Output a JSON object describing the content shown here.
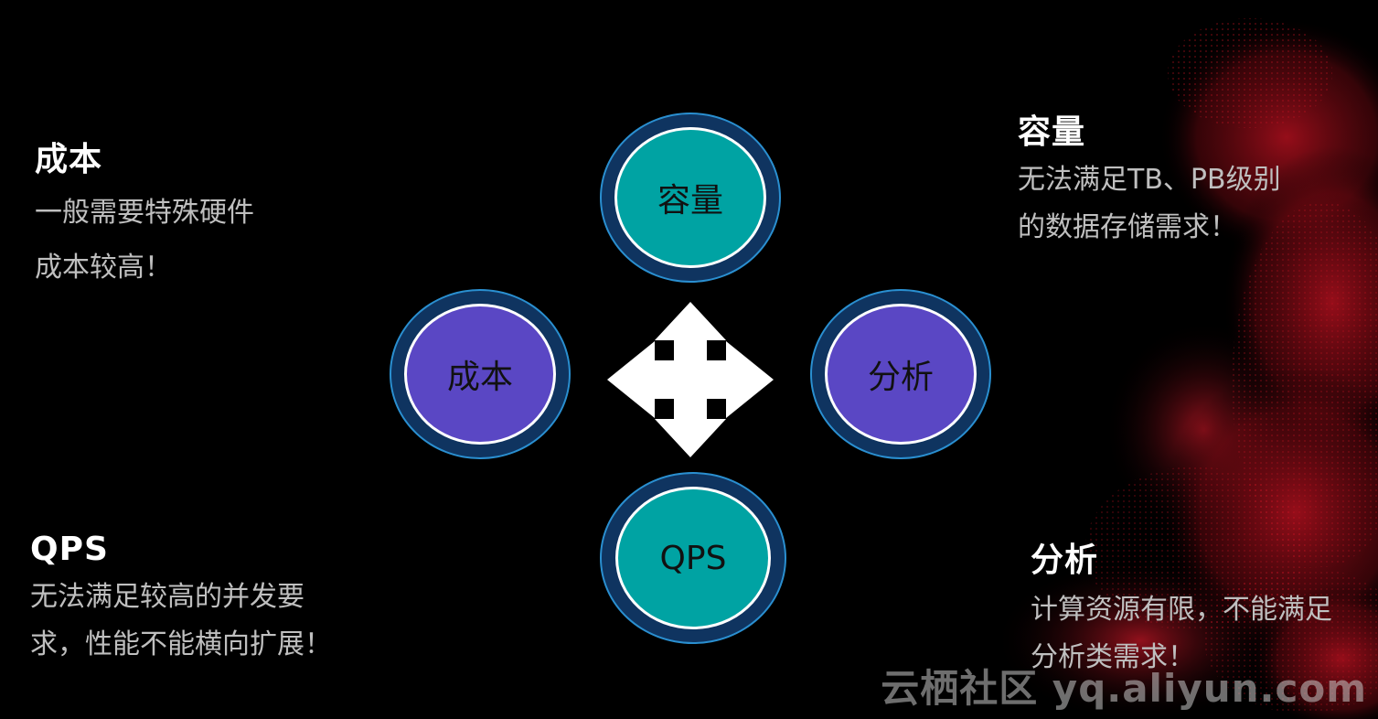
{
  "corners": {
    "top_left": {
      "title": "成本",
      "lines": [
        "一般需要特殊硬件",
        "成本较高！"
      ]
    },
    "top_right": {
      "title": "容量",
      "lines": [
        "无法满足TB、PB级别",
        "的数据存储需求！"
      ]
    },
    "bottom_left": {
      "title": "QPS",
      "lines": [
        "无法满足较高的并发要",
        "求，性能不能横向扩展！"
      ]
    },
    "bottom_right": {
      "title": "分析",
      "lines": [
        "计算资源有限，不能满足",
        "分析类需求！"
      ]
    }
  },
  "circles": {
    "top": {
      "label": "容量"
    },
    "left": {
      "label": "成本"
    },
    "right": {
      "label": "分析"
    },
    "bottom": {
      "label": "QPS"
    }
  },
  "icons": {
    "center": "four-way-arrow-icon"
  },
  "watermark": "云栖社区 yq.aliyun.com",
  "colors": {
    "teal": "#00a3a3",
    "purple": "#5a47c4",
    "ring": "#0f3460",
    "accent_red": "#a0101c"
  }
}
